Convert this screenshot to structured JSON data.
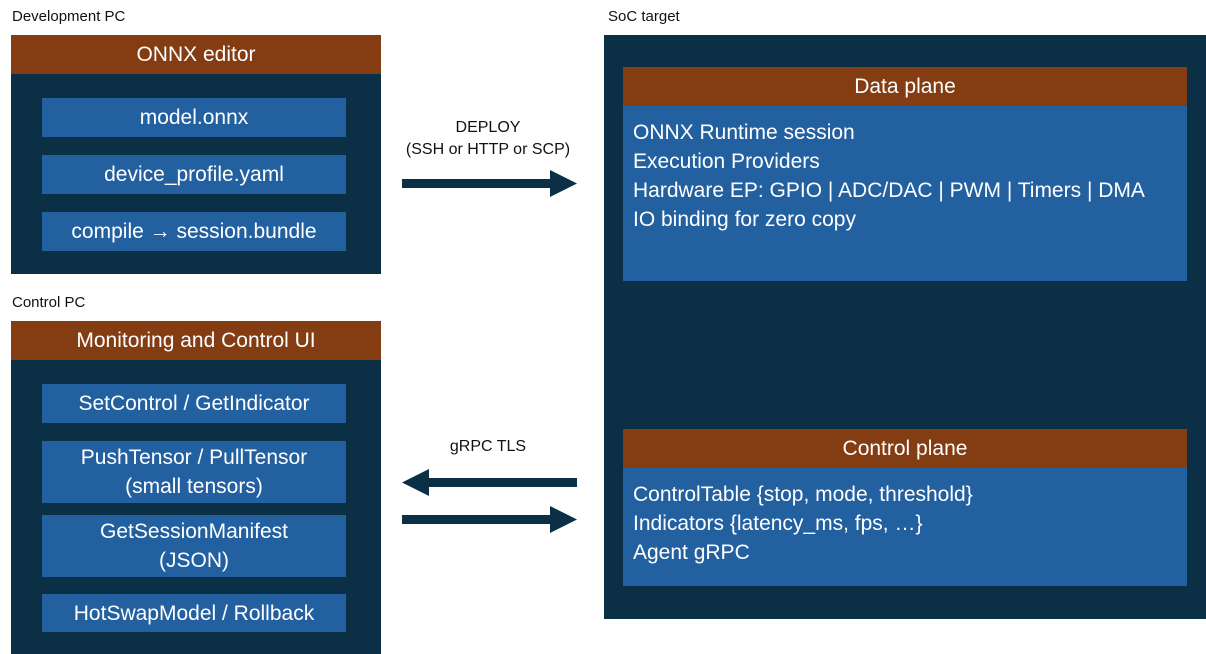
{
  "dev_pc": {
    "label": "Development PC",
    "header": "ONNX editor",
    "items": [
      "model.onnx",
      "device_profile.yaml",
      "compile → session.bundle"
    ]
  },
  "control_pc": {
    "label": "Control PC",
    "header": "Monitoring and Control UI",
    "items": [
      [
        "SetControl / GetIndicator"
      ],
      [
        "PushTensor / PullTensor",
        "(small tensors)"
      ],
      [
        "GetSessionManifest",
        "(JSON)"
      ],
      [
        "HotSwapModel / Rollback"
      ]
    ]
  },
  "soc": {
    "label": "SoC target",
    "data_plane": {
      "header": "Data plane",
      "lines": [
        "ONNX Runtime session",
        "Execution Providers",
        "Hardware EP: GPIO | ADC/DAC | PWM | Timers | DMA",
        "IO binding for zero copy"
      ]
    },
    "control_plane": {
      "header": "Control plane",
      "lines": [
        "ControlTable {stop, mode, threshold}",
        "Indicators {latency_ms, fps, …}",
        "Agent gRPC"
      ]
    }
  },
  "connections": {
    "deploy_label": "DEPLOY",
    "deploy_sub": "(SSH or HTTP or SCP)",
    "grpc_label": "gRPC TLS"
  },
  "colors": {
    "panel_bg": "#0b2f45",
    "header_bg": "#843c12",
    "chip_bg": "#2360a0",
    "arrow": "#0b2f45"
  }
}
